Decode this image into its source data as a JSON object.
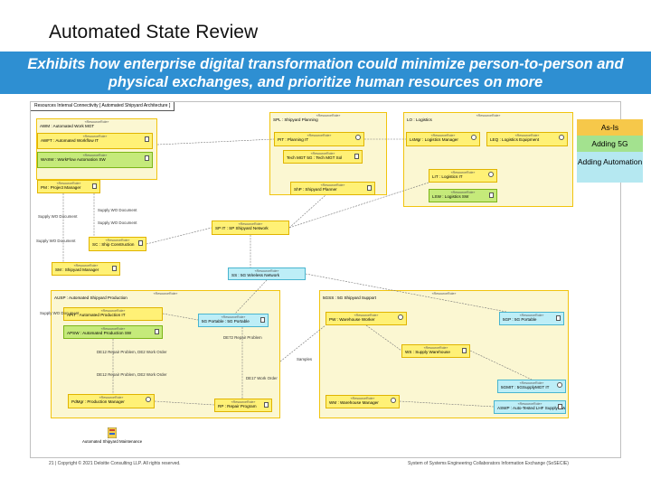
{
  "title": "Automated State Review",
  "banner": "Exhibits how enterprise digital transformation could minimize person-to-person and physical exchanges, and prioritize human resources on more",
  "frame_tab": "Resources Internal Connectivity [ Automated Shipyard Architecture ]",
  "stereotype": "«ResourceRole»",
  "groups": {
    "awm": "AWM : Automated Work MGT",
    "spl": "SPL : Shipyard Planning",
    "lo": "LO : Logistics",
    "ausp": "AUSP : Automated Shipyard Production",
    "sgss": "5GSS : 5G Shipyard Support"
  },
  "boxes": {
    "awft": "AWFT : Automated Workflow IT",
    "wasw": "WASW : WorkFlow Automation SW",
    "pm": "PM : Project Manager",
    "pit": "PIT : Planning IT",
    "tmgt": "Tech MGT 5G : Tech MGT Sol",
    "shp": "ShP : Shipyard Planner",
    "lmgr": "LsMgr : Logistics Manager",
    "leq": "LEQ : Logistics Equipment",
    "lit": "LIT : Logistics IT",
    "lsw": "LSW : Logistics SW",
    "sc": "SC : Ship Construction",
    "spit": "SP IT : SP Shipyard Network",
    "sm": "SM : Shipyard Manager",
    "ss": "SS : 5G Wireless Network",
    "apit": "APIT : Automated Production IT",
    "apsw": "APSW : Automated Production SW",
    "sgp": "5G Portable : 5G Portable",
    "pdmgr": "PdMgr : Production Manager",
    "rp": "RP : Repair Program",
    "pw": "PW : Warehouse Worker",
    "sgp2": "5GP : 5G Portable",
    "ws": "WS : Supply Warehouse",
    "sgmgt": "5GMIT : 5GSupplyMGT IT",
    "wsmgr": "WM : Warehouse Manager",
    "aswp": "ASWP : Auto-Tested LHF Supply SW"
  },
  "notes": {
    "n1": "Supply WO Document",
    "n2": "Supply WO Document",
    "n3": "Supply WO Document",
    "n4": "Supply WO Document",
    "n5": "Supply WO Document",
    "n6": "DE12 Repair Problem, DE2 Work Order",
    "n7": "DE12 Repair Problem, DE2 Work Order",
    "n8": "DE72 Repair Problem",
    "n9": "DE17 Work Order",
    "n10": "Samples",
    "logo": "Automated Shipyard Maintenance"
  },
  "legend": {
    "as_is": "As-Is",
    "adding_5g": "Adding 5G",
    "adding_automation": "Adding Automation",
    "colors": {
      "as_is": "#f6c84a",
      "adding_5g": "#a3e28f",
      "adding_automation": "#b5e8f1"
    }
  },
  "footer": {
    "left": "21  |  Copyright © 2021 Deloitte Consulting LLP. All rights reserved.",
    "right": "System of Systems Engineering Collaborators Information Exchange (SoSECIE)"
  }
}
